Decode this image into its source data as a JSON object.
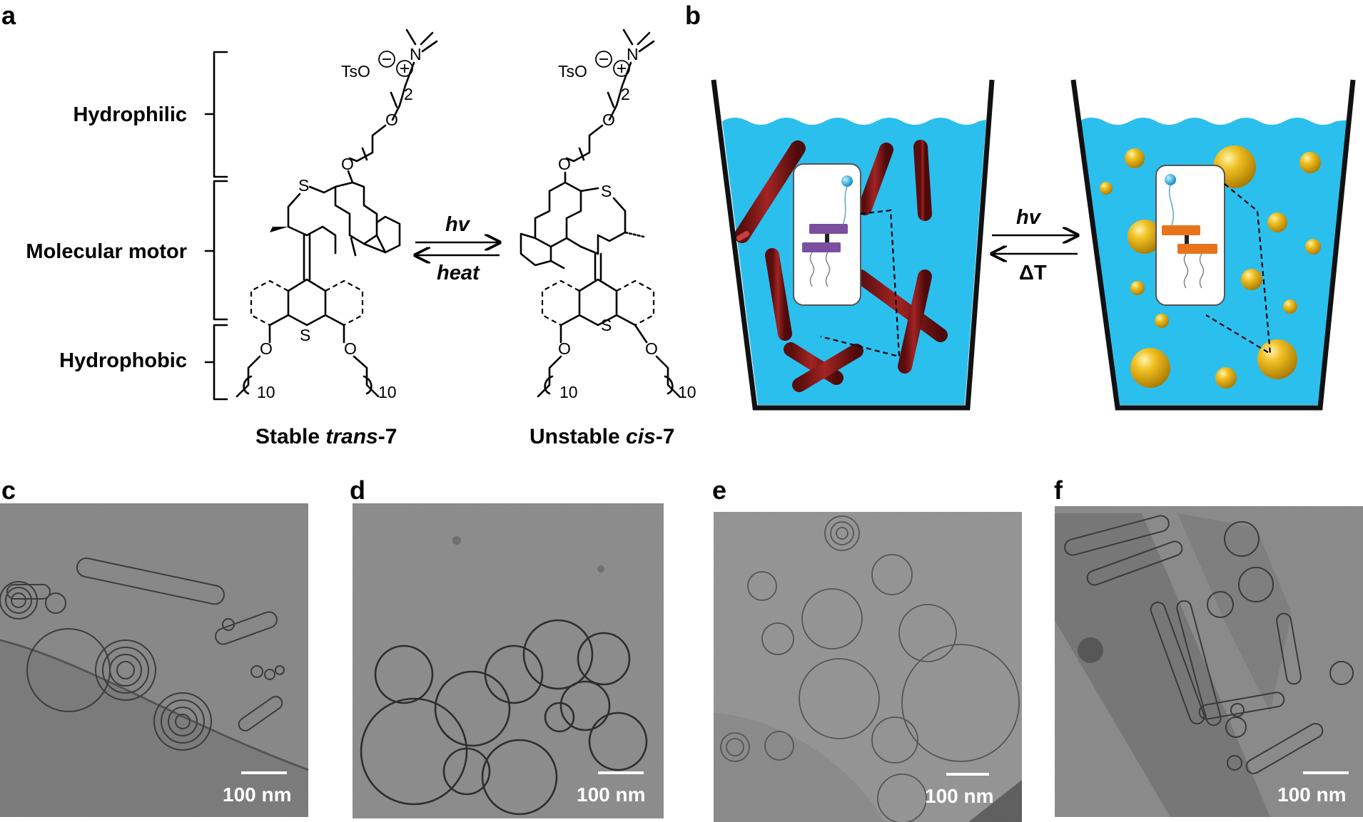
{
  "panels": {
    "a": "a",
    "b": "b",
    "c": "c",
    "d": "d",
    "e": "e",
    "f": "f"
  },
  "panel_a": {
    "regions": [
      "Hydrophilic",
      "Molecular motor",
      "Hydrophobic"
    ],
    "counterion": "TsO",
    "amine": "N",
    "sulfur": "S",
    "oxygen": "O",
    "repeat_2": "2",
    "repeat_10": "10",
    "forward_label": "hv",
    "reverse_label": "heat",
    "trans_caption_prefix": "Stable ",
    "trans_caption_italic": "trans",
    "trans_caption_suffix": "-7",
    "cis_caption_prefix": "Unstable ",
    "cis_caption_italic": "cis",
    "cis_caption_suffix": "-7"
  },
  "panel_b": {
    "forward_label": "hv",
    "reverse_label": "ΔT",
    "colors": {
      "water": "#2bbfee",
      "rod": "#8b1a1a",
      "sphere": "#e7b416",
      "molecule_trans": "#7b4fa0",
      "molecule_cis": "#e8731a"
    }
  },
  "micrographs": {
    "scale_bar": "100 nm"
  }
}
